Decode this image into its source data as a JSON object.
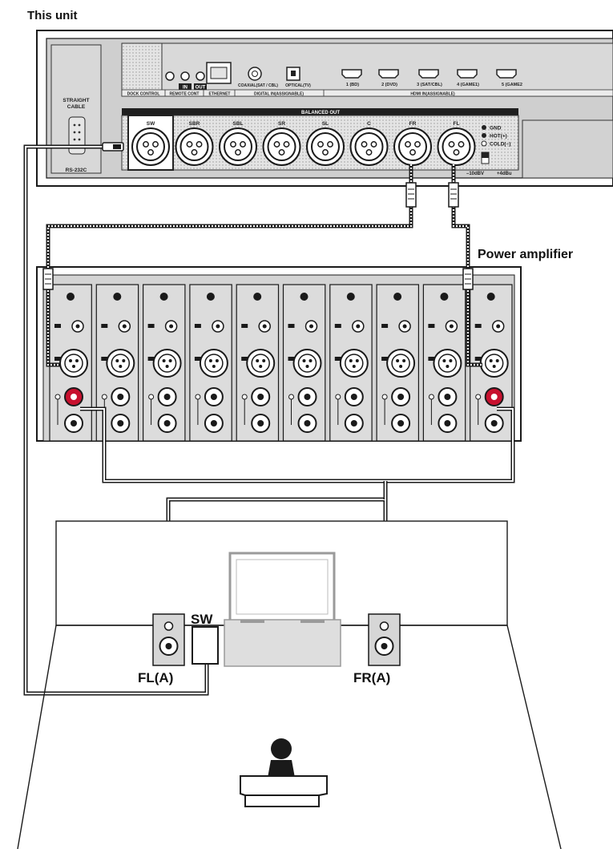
{
  "labels": {
    "this_unit": "This unit",
    "power_amplifier": "Power amplifier",
    "sw": "SW",
    "fl_a": "FL(A)",
    "fr_a": "FR(A)"
  },
  "receiver": {
    "straight_cable": [
      "STRAIGHT",
      "CABLE"
    ],
    "rs232c": "RS-232C",
    "dock_control": "DOCK CONTROL",
    "remote_cont": "REMOTE CONT",
    "remote_in": "IN",
    "remote_out": "OUT",
    "ethernet": "ETHERNET",
    "coaxial": "COAXIAL(SAT / CBL)",
    "optical": "OPTICAL(TV)",
    "digital_in": "DIGITAL IN(ASSIGNABLE)",
    "hdmi_in": "HDMI IN(ASSIGNABLE)",
    "hdmi_ports": [
      "1 (BD)",
      "2 (DVD)",
      "3 (SAT/CBL)",
      "4 (GAME1)",
      "5 (GAME2"
    ],
    "balanced_out": "BALANCED OUT",
    "balanced_channels": [
      "SW",
      "SBR",
      "SBL",
      "SR",
      "SL",
      "C",
      "FR",
      "FL"
    ],
    "pin_legend": [
      "GND",
      "HOT(+)",
      "COLD(–)"
    ],
    "level_switch": [
      "–10dBV",
      "+4dBu"
    ]
  },
  "amplifier": {
    "channel_count": 10
  },
  "colors": {
    "panel": "#d6d6d6",
    "panel_dark": "#bcbcbc",
    "outline": "#1a1a1a",
    "red_terminal": "#c8102e",
    "cable": "#1a1a1a",
    "room_fill": "#ffffff"
  }
}
